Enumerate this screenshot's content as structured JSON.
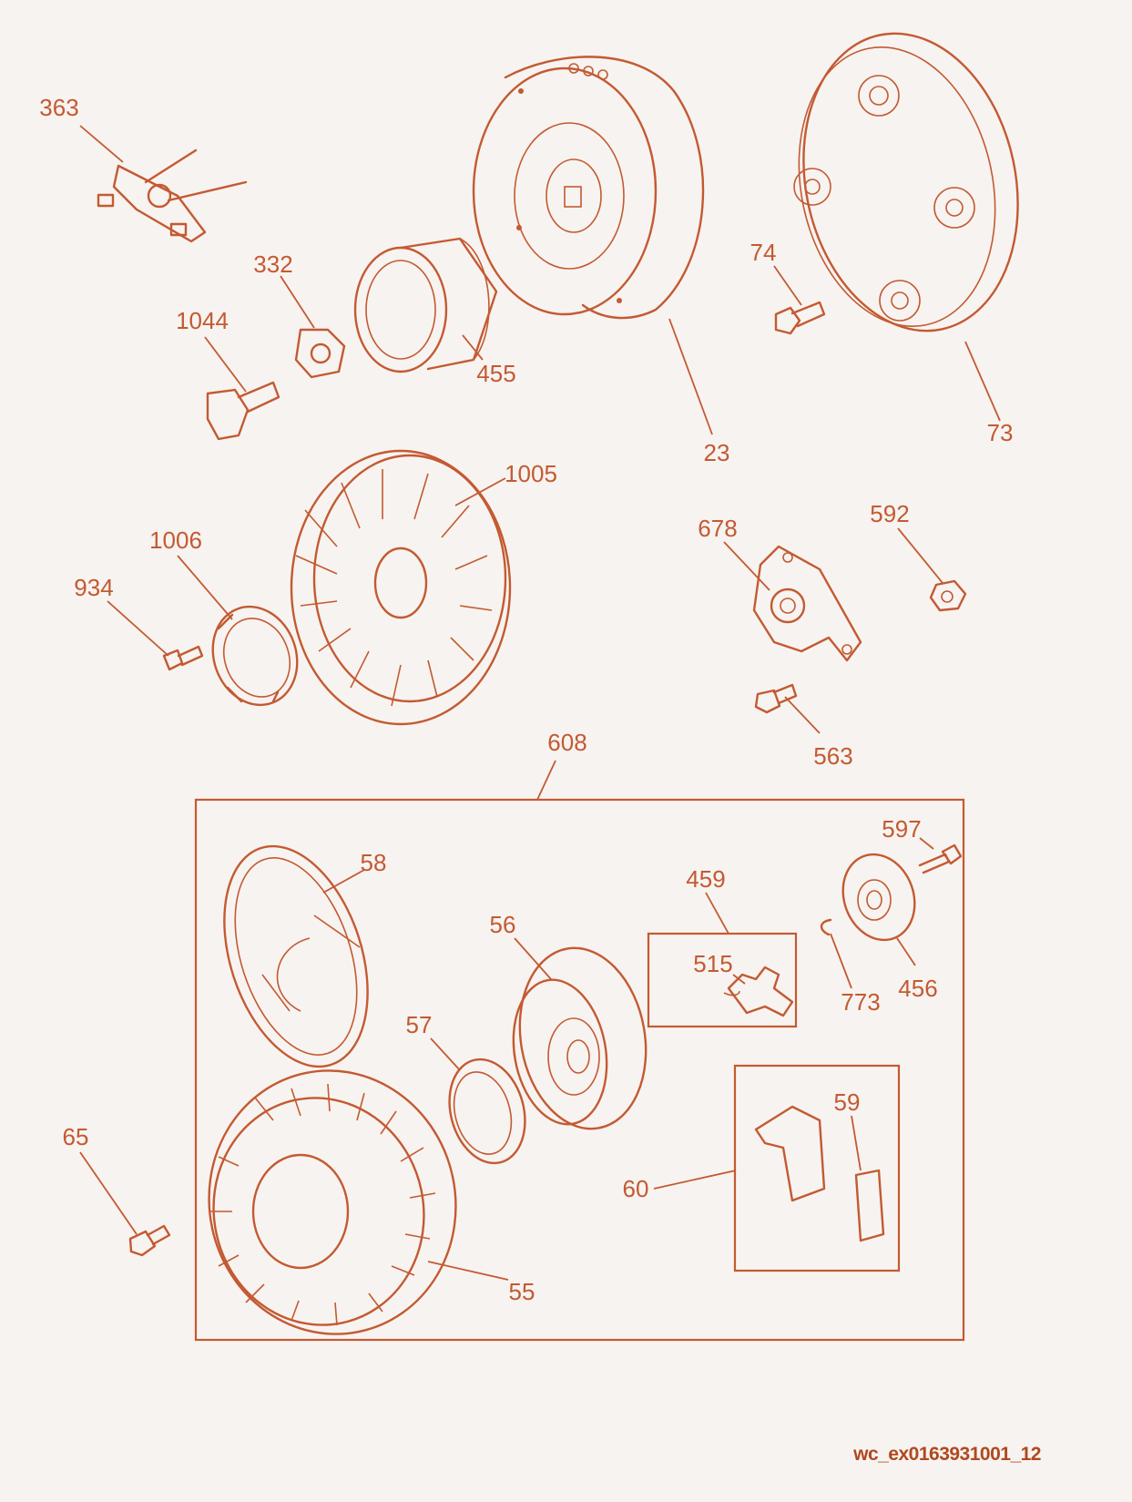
{
  "diagram": {
    "labels": [
      "363",
      "332",
      "1044",
      "455",
      "23",
      "74",
      "73",
      "1005",
      "1006",
      "934",
      "678",
      "592",
      "563",
      "608",
      "58",
      "459",
      "597",
      "56",
      "515",
      "773",
      "456",
      "57",
      "59",
      "60",
      "65",
      "55"
    ],
    "reference": "wc_ex0163931001_12"
  },
  "colors": {
    "line": "#c35a32",
    "background": "#f7f3f0",
    "reference": "#b0491f"
  }
}
